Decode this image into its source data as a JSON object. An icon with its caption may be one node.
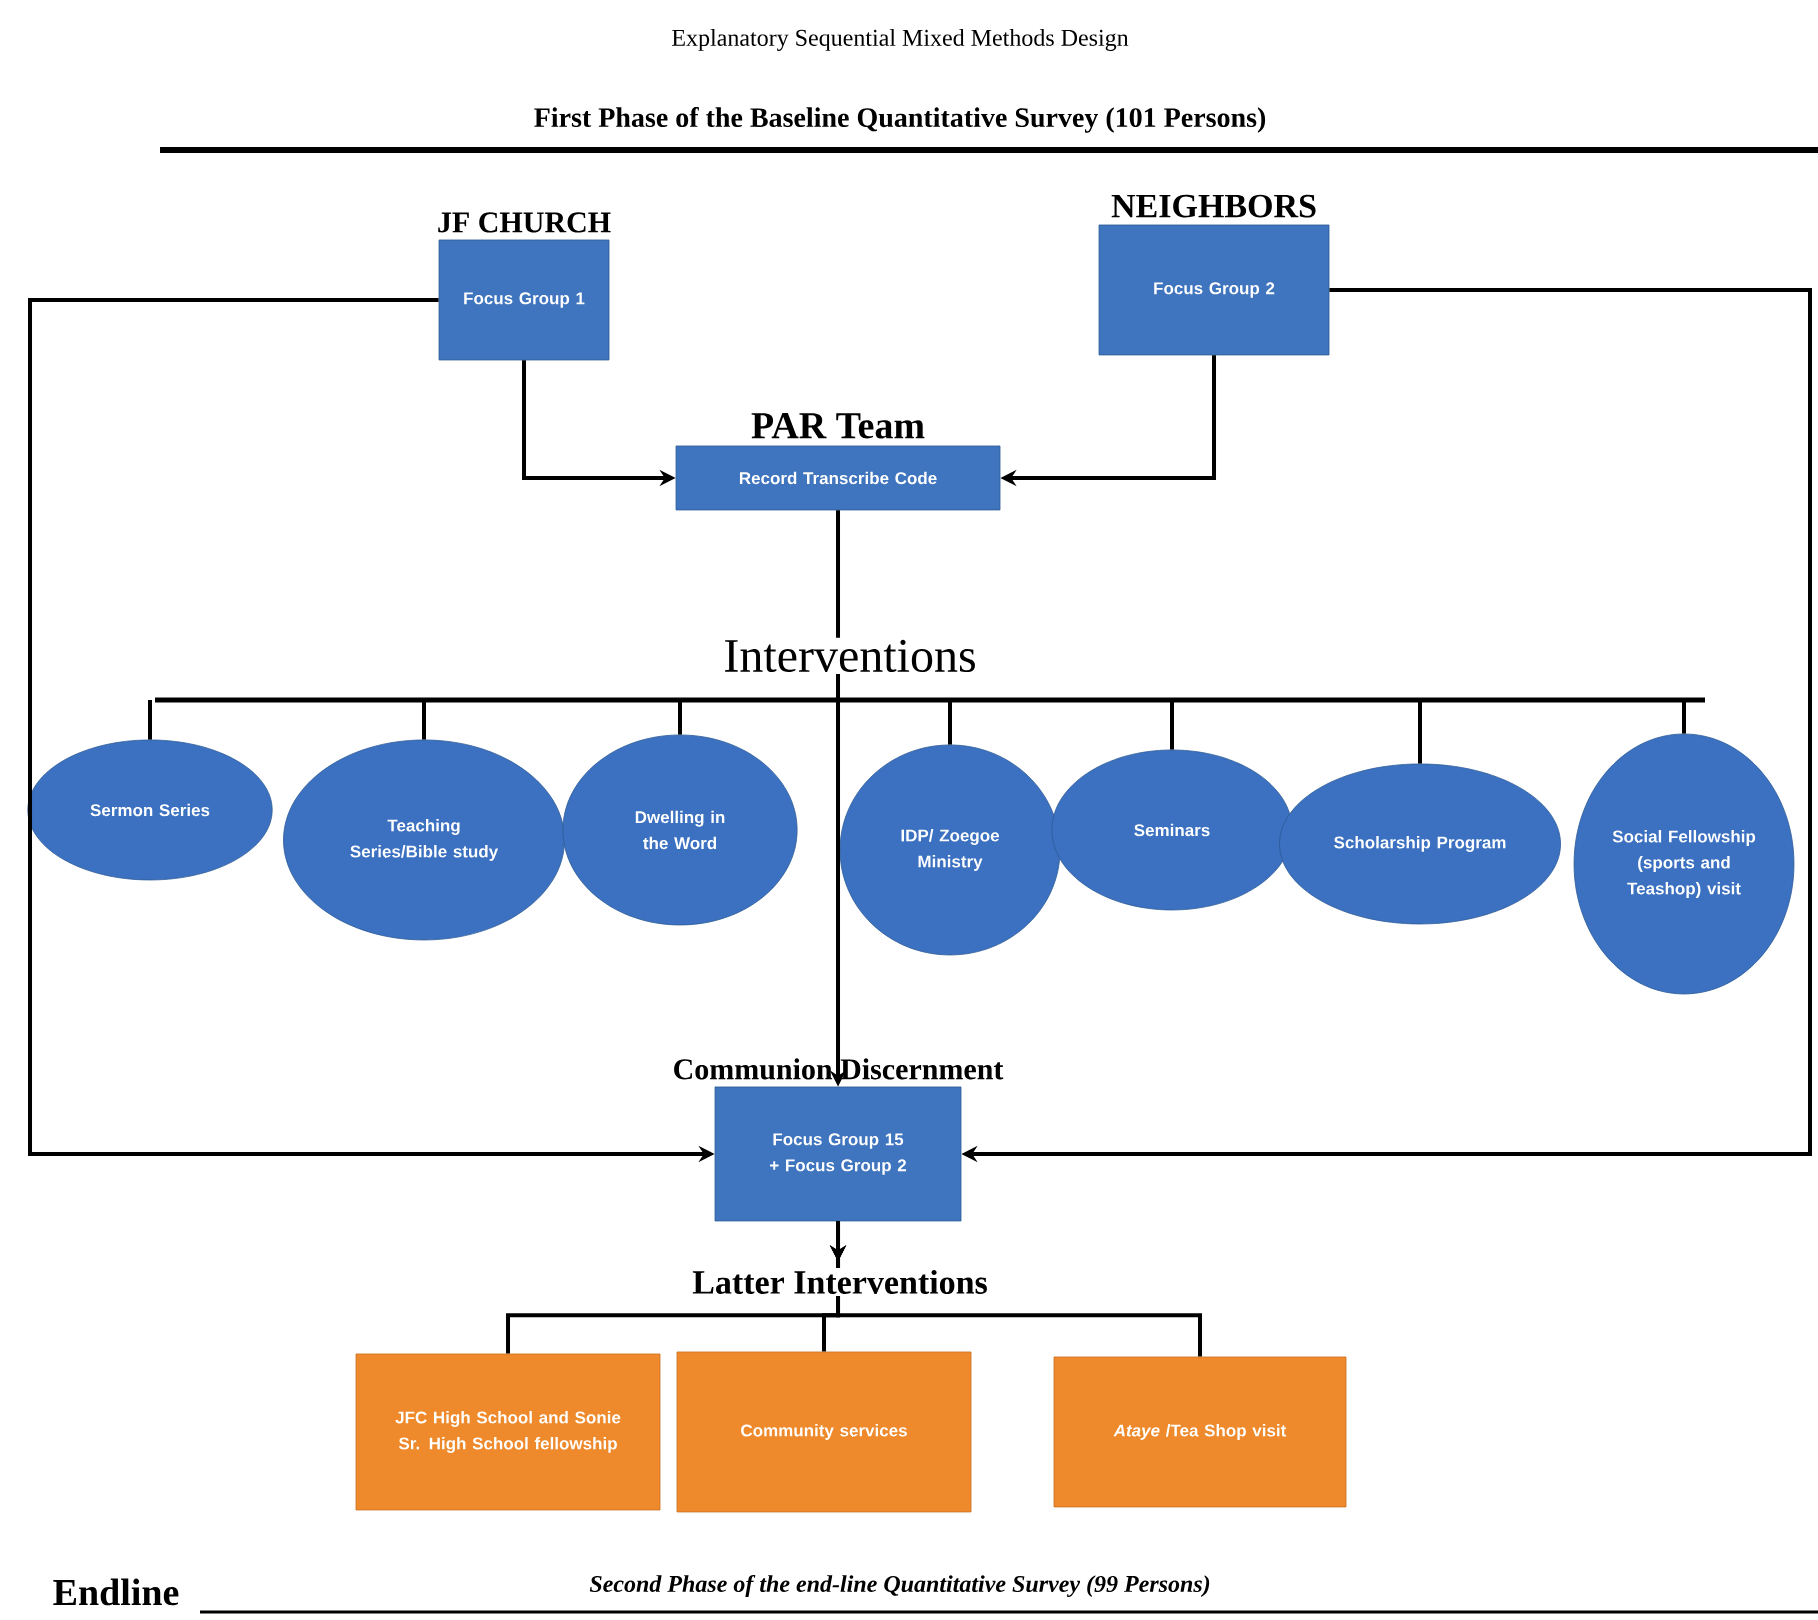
{
  "diagram": {
    "title": "Explanatory Sequential Mixed Methods Design",
    "nodes": [
      {
        "text": [
          "JF CHURCH",
          "Focus Group 1"
        ]
      },
      {
        "text": [
          "NEIGHBORS",
          "Focus Group 2"
        ]
      },
      {
        "text": [
          "PAR Team",
          "Record Transcribe Code"
        ]
      },
      {
        "text": [],
        "shape": "bar"
      },
      {
        "text": [
          "Sermon Series"
        ]
      },
      {
        "text": [
          "Teaching Series/Bible study"
        ]
      },
      {
        "text": [
          "Dwelling in the Word"
        ]
      },
      {
        "text": [
          "IDP/ Zoegoe Ministry"
        ]
      },
      {
        "text": [
          "Seminars"
        ]
      },
      {
        "text": [
          "Scholarship Program"
        ]
      },
      {
        "text": [
          "Social Fellowship (sports and Teashop) visit"
        ]
      },
      {
        "text": [
          "Communion Discernment",
          "Focus Group 15 + Focus Group 2"
        ]
      },
      {
        "text": [
          "JFC High School and Sonie Sr. High School fellowship"
        ]
      },
      {
        "text": [
          "Community services"
        ]
      },
      {
        "text": [
          "*Ataye* /Tea Shop visit"
        ]
      }
    ],
    "edges": [
      {
        "from": 0,
        "to": 2,
        "arrow": "to"
      },
      {
        "from": 1,
        "to": 2,
        "arrow": "to"
      },
      {
        "from": 2,
        "to": 11,
        "arrow": "to"
      },
      {
        "from": 0,
        "to": 11,
        "arrow": "to"
      },
      {
        "from": 1,
        "to": 11,
        "arrow": "to"
      },
      {
        "from": 3,
        "to": 4,
        "arrow": "none"
      },
      {
        "from": 3,
        "to": 5,
        "arrow": "none"
      },
      {
        "from": 3,
        "to": 6,
        "arrow": "none"
      },
      {
        "from": 3,
        "to": 7,
        "arrow": "none"
      },
      {
        "from": 3,
        "to": 8,
        "arrow": "none"
      },
      {
        "from": 3,
        "to": 9,
        "arrow": "none"
      },
      {
        "from": 3,
        "to": 10,
        "arrow": "none"
      },
      {
        "from": 11,
        "to": 12,
        "arrow": "to"
      },
      {
        "from": 11,
        "to": 13,
        "arrow": "to"
      },
      {
        "from": 11,
        "to": 14,
        "arrow": "to"
      }
    ],
    "labels": [
      "First Phase of the Baseline Quantitative Survey (101 Persons)",
      "Interventions",
      "Latter Interventions",
      "Endline",
      "Second Phase of the end-line Quantitative Survey (99 Persons)"
    ]
  }
}
